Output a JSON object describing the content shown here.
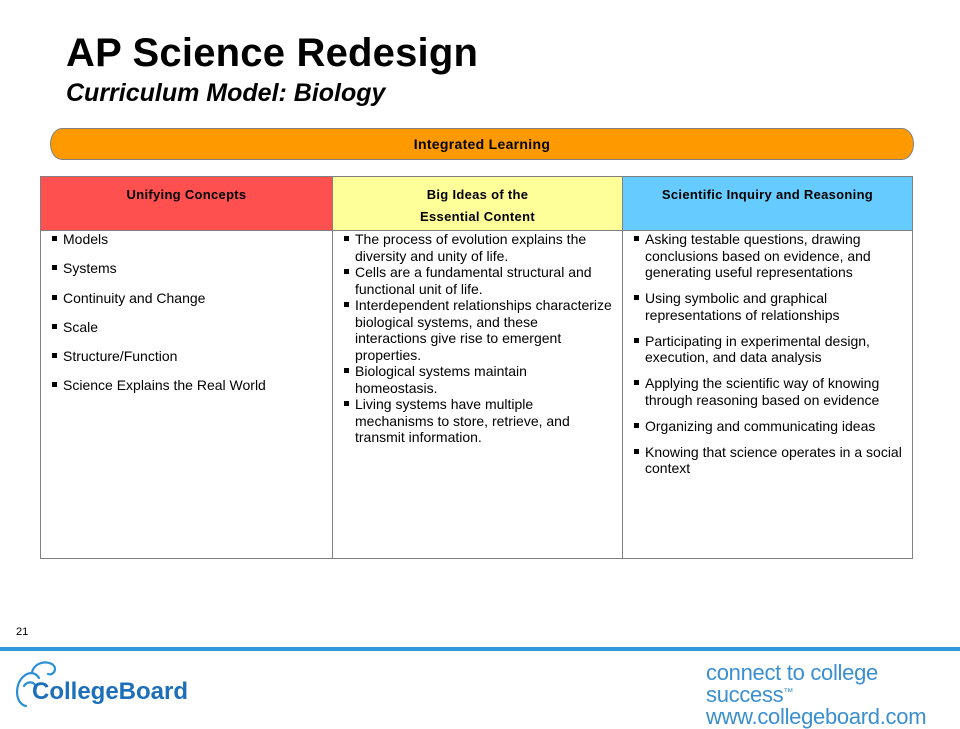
{
  "header": {
    "title": "AP Science Redesign",
    "subtitle": "Curriculum Model: Biology"
  },
  "banner": {
    "label": "Integrated Learning"
  },
  "table": {
    "columns": [
      {
        "label": "Unifying Concepts",
        "color": "#ff5050"
      },
      {
        "label_line1": "Big Ideas of the",
        "label_line2": "Essential Content",
        "color": "#ffff99"
      },
      {
        "label": "Scientific Inquiry and Reasoning",
        "color": "#66ccff"
      }
    ],
    "unifying_concepts": [
      "Models",
      "Systems",
      "Continuity and Change",
      "Scale",
      "Structure/Function",
      "Science Explains the Real World"
    ],
    "big_ideas": [
      "The process of evolution explains the diversity and unity of life.",
      "Cells are a fundamental structural and functional unit of life.",
      "Interdependent relationships characterize biological systems, and these interactions give rise to emergent properties.",
      "Biological systems maintain homeostasis.",
      "Living systems have multiple mechanisms to store, retrieve, and transmit information."
    ],
    "inquiry": [
      "Asking testable questions, drawing conclusions based on evidence, and generating useful representations",
      "Using symbolic and graphical representations of relationships",
      "Participating in experimental design, execution, and data analysis",
      "Applying the scientific way of knowing through reasoning based on evidence",
      "Organizing and communicating ideas",
      "Knowing that science operates in a social context"
    ]
  },
  "footer": {
    "page_number": "21",
    "logo_text": "CollegeBoard",
    "tagline_line1": "connect to college success",
    "tagline_tm": "™",
    "tagline_line2": "www.collegeboard.com",
    "accent_color": "#3399dd"
  }
}
